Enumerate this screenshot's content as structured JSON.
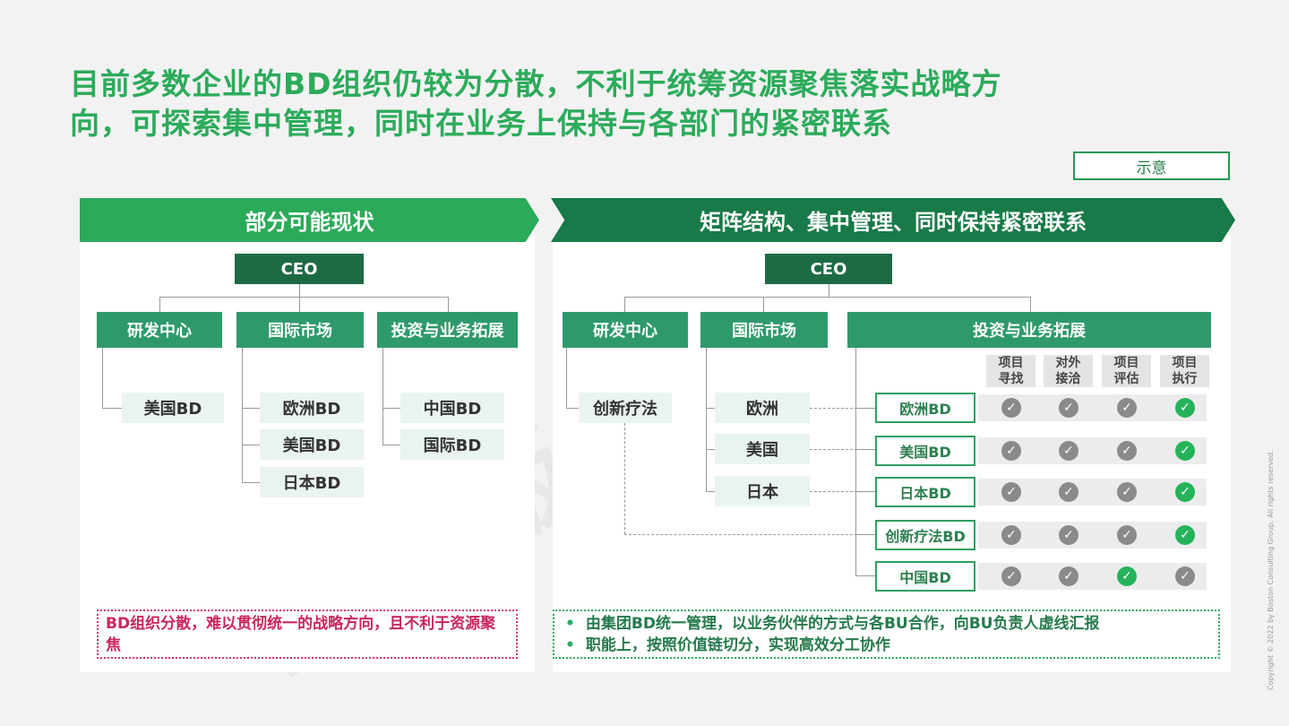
{
  "title_line1": "目前多数企业的BD组织仍较为分散，不利于统筹资源聚焦落实战略方",
  "title_line2": "向，可探索集中管理，同时在业务上保持与各部门的紧密联系",
  "tag": "示意",
  "left": {
    "header": "部分可能现状",
    "ceo": "CEO",
    "depts": [
      "研发中心",
      "国际市场",
      "投资与业务拓展"
    ],
    "rd_children": [
      "美国BD"
    ],
    "intl_children": [
      "欧洲BD",
      "美国BD",
      "日本BD"
    ],
    "invest_children": [
      "中国BD",
      "国际BD"
    ],
    "note": "BD组织分散，难以贯彻统一的战略方向，且不利于资源聚焦"
  },
  "right": {
    "header": "矩阵结构、集中管理、同时保持紧密联系",
    "ceo": "CEO",
    "depts": [
      "研发中心",
      "国际市场",
      "投资与业务拓展"
    ],
    "rd_child": "创新疗法",
    "intl_children": [
      "欧洲",
      "美国",
      "日本"
    ],
    "columns": [
      "项目寻找",
      "对外接洽",
      "项目评估",
      "项目执行"
    ],
    "rows": [
      {
        "label": "欧洲BD",
        "checks": [
          false,
          false,
          false,
          true
        ]
      },
      {
        "label": "美国BD",
        "checks": [
          false,
          false,
          false,
          true
        ]
      },
      {
        "label": "日本BD",
        "checks": [
          false,
          false,
          false,
          true
        ]
      },
      {
        "label": "创新疗法BD",
        "checks": [
          false,
          false,
          false,
          true
        ]
      },
      {
        "label": "中国BD",
        "checks": [
          false,
          false,
          true,
          false
        ]
      }
    ],
    "notes": [
      "由集团BD统一管理，以业务伙伴的方式与各BU合作，向BU负责人虚线汇报",
      "职能上，按照价值链切分，实现高效分工协作"
    ]
  },
  "watermark": "BCG版权所有",
  "copyright": "Copyright © 2022 by Boston Consulting Group. All rights reserved."
}
